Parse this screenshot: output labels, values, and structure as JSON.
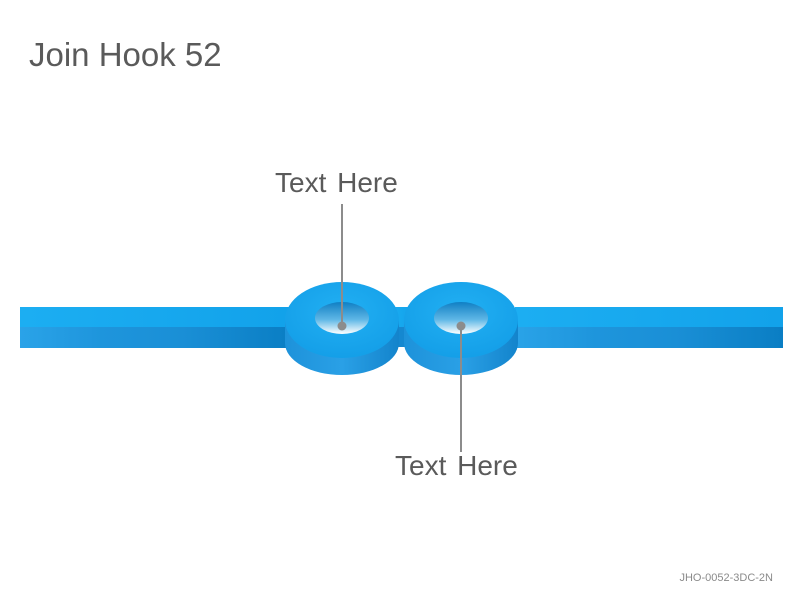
{
  "slide": {
    "title": "Join Hook 52",
    "code": "JHO-0052-3DC-2N"
  },
  "callouts": [
    {
      "text": "Text Here"
    },
    {
      "text": "Text Here"
    }
  ],
  "colors": {
    "bar_top": "#19a9ef",
    "bar_front": "#1e95dc",
    "bar_front_dark": "#0a7ec4",
    "ring_top": "#1aa5ec",
    "ring_side": "#1589d2",
    "hole": "#ffffff",
    "leader": "#8c8c8c",
    "text": "#5a5a5a"
  }
}
